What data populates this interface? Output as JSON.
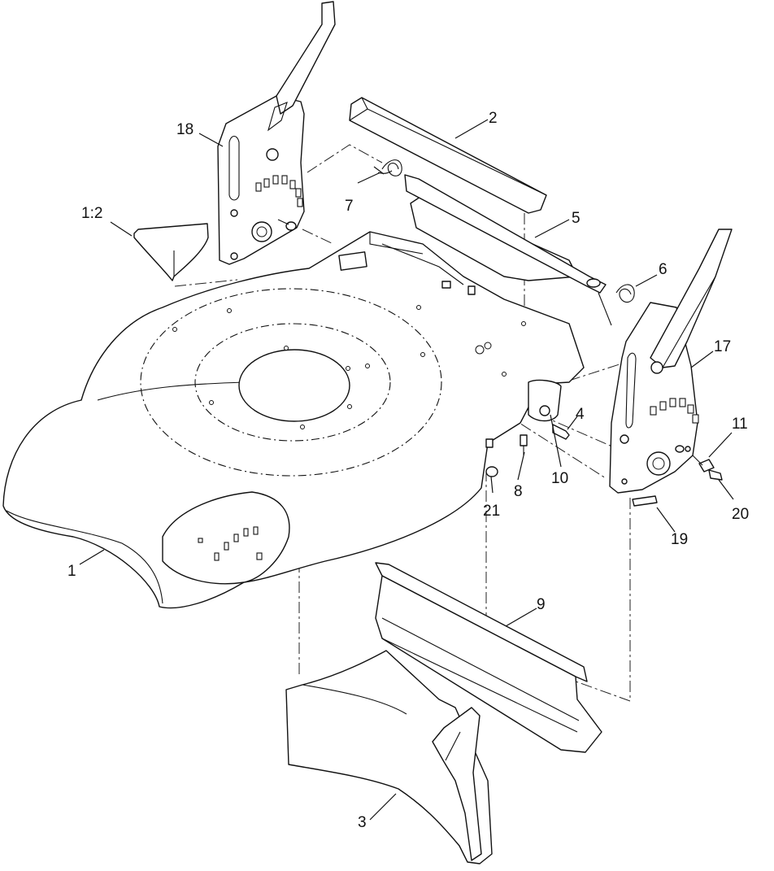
{
  "callouts": {
    "c1": "1",
    "c1_2": "1:2",
    "c2": "2",
    "c3": "3",
    "c4": "4",
    "c5": "5",
    "c6": "6",
    "c7": "7",
    "c8": "8",
    "c9": "9",
    "c10": "10",
    "c11": "11",
    "c17": "17",
    "c18": "18",
    "c19": "19",
    "c20": "20",
    "c21": "21"
  }
}
